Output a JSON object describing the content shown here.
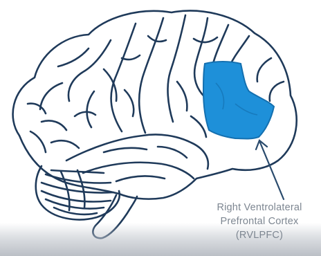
{
  "annotation": {
    "lines": [
      "Right Ventrolateral",
      "Prefrontal Cortex",
      "(RVLPFC)"
    ]
  },
  "colors": {
    "outline": "#1f3a5a",
    "highlight": "#1e90d9",
    "highlight_edge": "#1470b0",
    "pointer": "#2a4b6d",
    "label_text": "#7d8691"
  }
}
